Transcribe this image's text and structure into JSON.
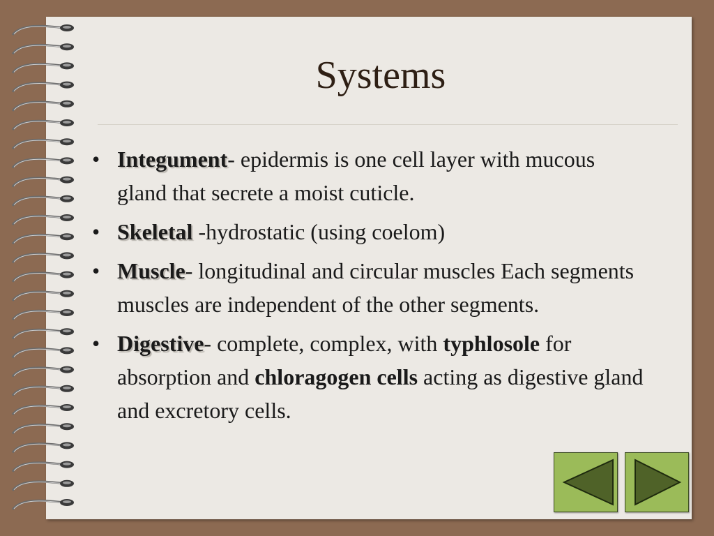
{
  "slide": {
    "title": "Systems",
    "bullets": [
      {
        "term": "Integument",
        "text": "- epidermis is one cell layer with mucous gland that secrete a moist cuticle."
      },
      {
        "term": "Skeletal",
        "text": " -hydrostatic (using coelom)"
      },
      {
        "term": "Muscle",
        "text": "- longitudinal and circular muscles Each segments muscles are independent of the other segments."
      },
      {
        "term": "Digestive",
        "text_1": "- complete, complex, with ",
        "highlight_1": "typhlosole",
        "text_2": " for absorption and ",
        "highlight_2": "chloragogen cells",
        "text_3": " acting as digestive gland and excretory cells."
      }
    ]
  },
  "navigation": {
    "previous_icon": "triangle-left-icon",
    "next_icon": "triangle-right-icon"
  },
  "colors": {
    "background": "#8c6a52",
    "page": "#ece9e4",
    "button_fill": "#9bbb59",
    "arrow_fill": "#4f6228"
  }
}
